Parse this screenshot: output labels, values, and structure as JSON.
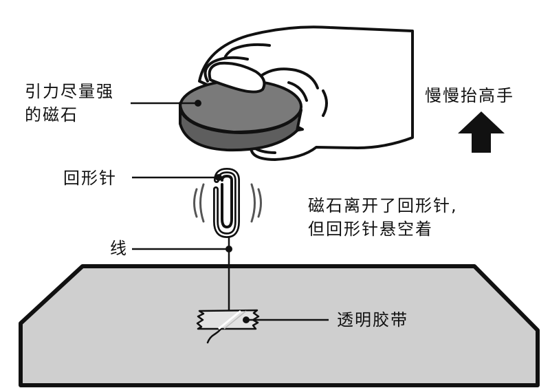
{
  "labels": {
    "magnet_line1": "引力尽量强",
    "magnet_line2": "的磁石",
    "lift_hand": "慢慢抬高手",
    "paperclip": "回形针",
    "thread": "线",
    "observation_line1": "磁石离开了回形针,",
    "observation_line2": "但回形针悬空着",
    "tape": "透明胶带"
  },
  "colors": {
    "outline": "#111111",
    "table_fill": "#cfcfcf",
    "magnet_fill": "#7a7a7a",
    "magnet_side": "#5e5e5e",
    "paper_white": "#ffffff",
    "tape_fill": "#e2e2e2"
  },
  "icons": {
    "lift_arrow": "arrow-up-icon",
    "vibration": "motion-lines-icon"
  }
}
